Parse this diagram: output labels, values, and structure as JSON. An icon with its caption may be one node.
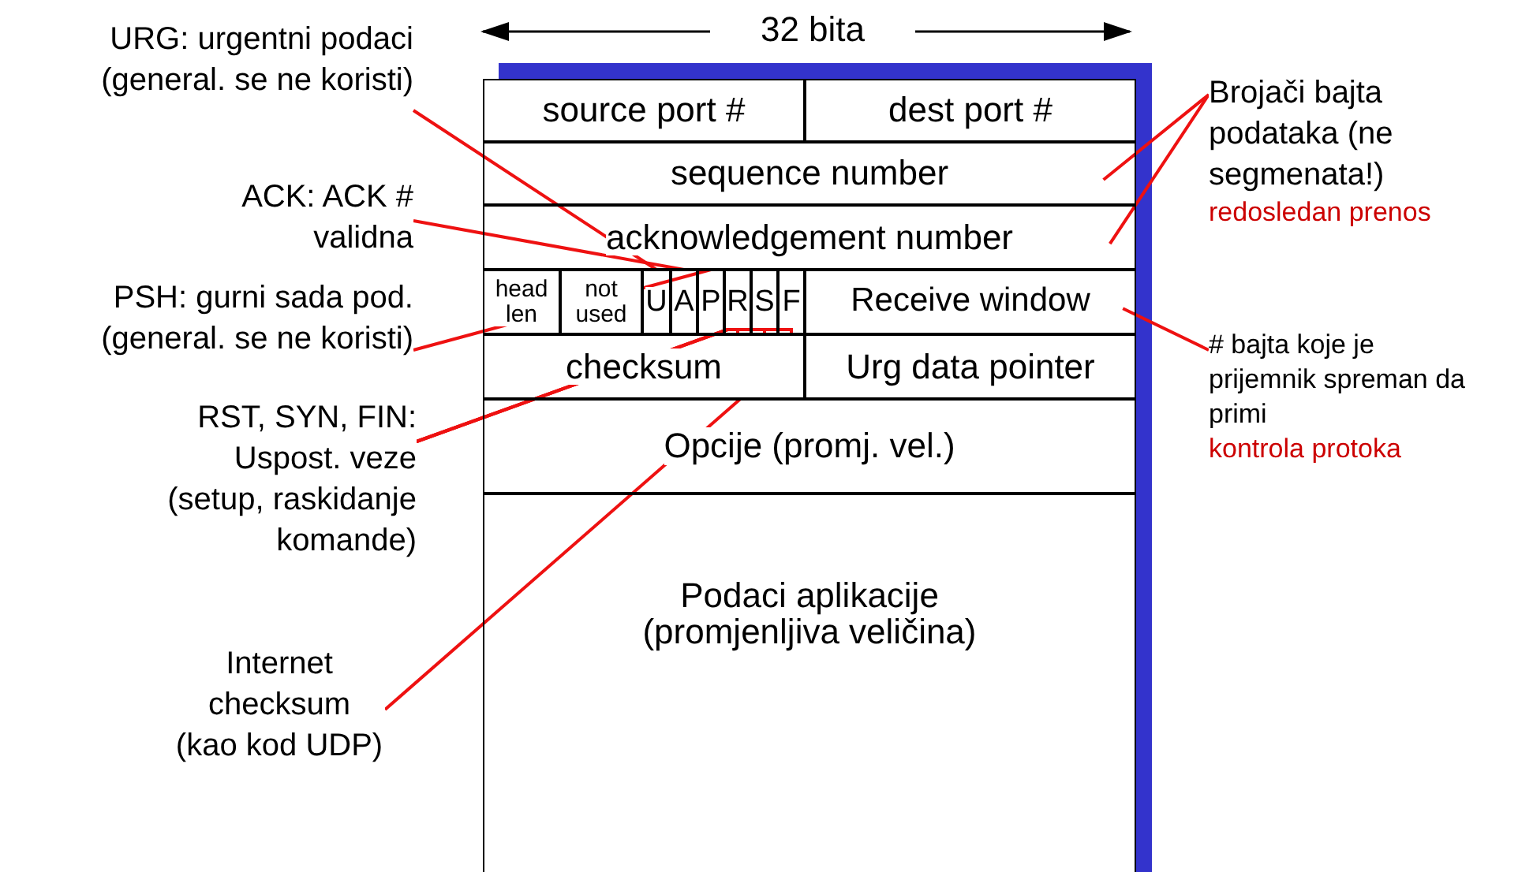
{
  "diagram": {
    "nodes": [
      {
        "text": [
          "source port #"
        ]
      },
      {
        "text": [
          "dest port #"
        ]
      },
      {
        "text": [
          "sequence number"
        ]
      },
      {
        "text": [
          "acknowledgement number"
        ]
      },
      {
        "text": [
          "head len"
        ]
      },
      {
        "text": [
          "not used"
        ]
      },
      {
        "text": [
          "U"
        ]
      },
      {
        "text": [
          "A"
        ]
      },
      {
        "text": [
          "P"
        ]
      },
      {
        "text": [
          "R"
        ]
      },
      {
        "text": [
          "S"
        ]
      },
      {
        "text": [
          "F"
        ]
      },
      {
        "text": [
          "Receive window"
        ]
      },
      {
        "text": [
          "checksum"
        ]
      },
      {
        "text": [
          "Urg data pointer"
        ]
      },
      {
        "text": [
          "Opcije (promj. vel.)"
        ]
      },
      {
        "text": [
          "Podaci aplikacije (promjenljiva veličina)"
        ]
      },
      {
        "text": [
          "URG: urgentni podaci (general. se ne koristi)"
        ]
      },
      {
        "text": [
          "ACK: ACK # validna"
        ]
      },
      {
        "text": [
          "PSH: gurni sada pod. (general. se ne koristi)"
        ]
      },
      {
        "text": [
          "RST, SYN, FIN: Uspost. veze (setup, raskidanje komande)"
        ]
      },
      {
        "text": [
          "Internet checksum (kao kod UDP)"
        ]
      },
      {
        "text": [
          "Brojači bajta podataka (ne segmenata!)",
          "redosledan prenos"
        ]
      },
      {
        "text": [
          "# bajta koje je prijemnik spreman da primi",
          "kontrola protoka"
        ]
      }
    ],
    "edges": [
      {
        "from": 17,
        "to": 6,
        "arrow": "none"
      },
      {
        "from": 18,
        "to": 7,
        "arrow": "none"
      },
      {
        "from": 19,
        "to": 8,
        "arrow": "none"
      },
      {
        "from": 20,
        "to": 9,
        "arrow": "none"
      },
      {
        "from": 20,
        "to": 10,
        "arrow": "none"
      },
      {
        "from": 20,
        "to": 11,
        "arrow": "none"
      },
      {
        "from": 21,
        "to": 13,
        "arrow": "none"
      },
      {
        "from": 22,
        "to": 2,
        "arrow": "none"
      },
      {
        "from": 22,
        "to": 3,
        "arrow": "none"
      },
      {
        "from": 23,
        "to": 12,
        "arrow": "none"
      }
    ],
    "labels": [
      "32 bita"
    ]
  }
}
